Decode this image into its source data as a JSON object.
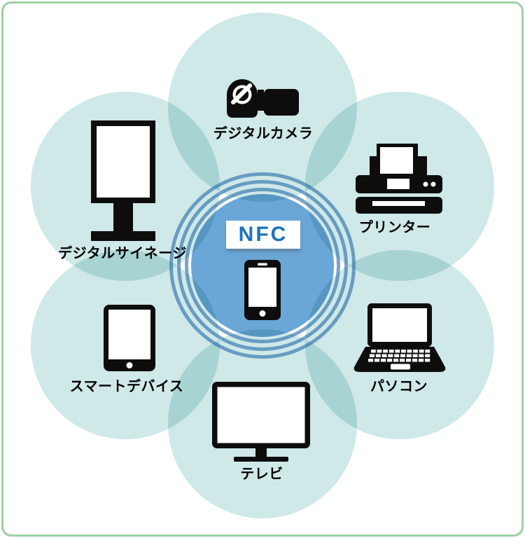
{
  "diagram": {
    "center": {
      "label": "NFC",
      "icon": "smartphone-icon"
    },
    "devices": [
      {
        "id": "digital-camera",
        "label": "デジタルカメラ",
        "icon": "video-camera-icon",
        "position": "top"
      },
      {
        "id": "printer",
        "label": "プリンター",
        "icon": "printer-icon",
        "position": "upper-right"
      },
      {
        "id": "pc",
        "label": "パソコン",
        "icon": "laptop-icon",
        "position": "lower-right"
      },
      {
        "id": "tv",
        "label": "テレビ",
        "icon": "tv-icon",
        "position": "bottom"
      },
      {
        "id": "smart-device",
        "label": "スマートデバイス",
        "icon": "tablet-icon",
        "position": "lower-left"
      },
      {
        "id": "digital-signage",
        "label": "デジタルサイネージ",
        "icon": "signage-icon",
        "position": "upper-left"
      }
    ],
    "colors": {
      "frame_border": "#9dd0a4",
      "petal": "#cfe8e8",
      "center_circle": "#6aa6d6",
      "signal_ring": "rgba(40,110,170,0.62)",
      "nfc_text": "#1b73bb",
      "icon": "#0d0d0d"
    }
  }
}
